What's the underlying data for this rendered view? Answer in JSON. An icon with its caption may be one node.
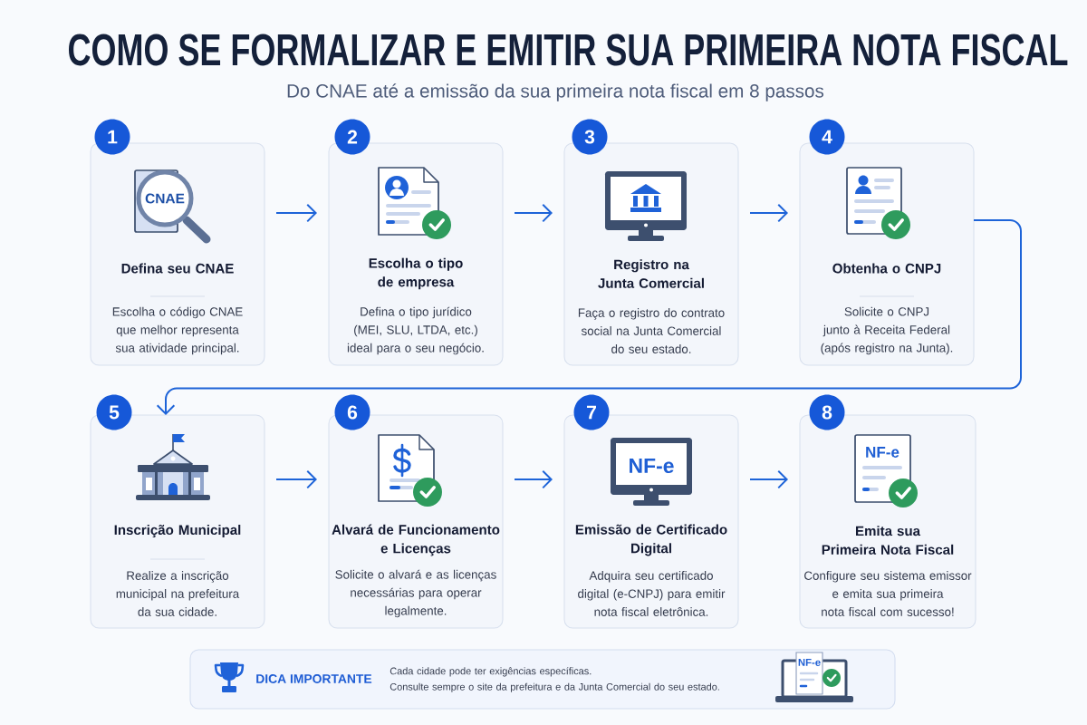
{
  "diagram": {
    "title": "COMO SE FORMALIZAR E EMITIR SUA PRIMEIRA NOTA FISCAL",
    "nodes": [
      {
        "text": [
          "1"
        ]
      },
      {
        "text": [
          "Defina seu CNAE",
          "Escolha o código CNAE que melhor representa sua atividade principal."
        ]
      },
      {
        "text": [
          "2"
        ]
      },
      {
        "text": [
          "Escolha o tipo de empresa",
          "Defina o tipo jurídico (MEI, SLU, LTDA, etc.) ideal para o seu negócio."
        ]
      },
      {
        "text": [
          "3"
        ]
      },
      {
        "text": [
          "Registro na Junta Comercial",
          "Faça o registro do contrato social na Junta Comercial do seu estado."
        ]
      },
      {
        "text": [
          "4"
        ]
      },
      {
        "text": [
          "Obtenha o CNPJ",
          "Solicite o CNPJ junto à Receita Federal (após registro na Junta)."
        ]
      },
      {
        "text": [
          "5"
        ]
      },
      {
        "text": [
          "Inscrição Municipal",
          "Realize a inscrição municipal na prefeitura da sua cidade."
        ]
      },
      {
        "text": [
          "6"
        ]
      },
      {
        "text": [
          "Alvará de Funcionamento e Licenças",
          "Solicite o alvará e as licenças necessárias para operar legalmente."
        ]
      },
      {
        "text": [
          "7"
        ]
      },
      {
        "text": [
          "Emissão de Certificado Digital",
          "Adquira seu certificado digital (e-CNPJ) para emitir nota fiscal eletrônica."
        ]
      },
      {
        "text": [
          "8"
        ]
      },
      {
        "text": [
          "Emita sua Primeira Nota Fiscal",
          "Configure seu sistema emissor e emita sua primeira nota fiscal com sucesso!"
        ]
      },
      {
        "text": [
          "DICA IMPORTANTE",
          "Cada cidade pode ter exigências específicas. Consulte sempre o site da prefeitura e da Junta Comercial do seu estado."
        ]
      }
    ],
    "edges": [
      {
        "from": 1,
        "to": 3,
        "arrow": "to"
      },
      {
        "from": 3,
        "to": 5,
        "arrow": "to"
      },
      {
        "from": 5,
        "to": 7,
        "arrow": "to"
      },
      {
        "from": 7,
        "to": 9,
        "arrow": "to"
      },
      {
        "from": 9,
        "to": 11,
        "arrow": "to"
      },
      {
        "from": 11,
        "to": 13,
        "arrow": "to"
      },
      {
        "from": 13,
        "to": 15,
        "arrow": "to"
      }
    ],
    "labels": [
      "Do CNAE até a emissão da sua primeira nota fiscal em 8 passos",
      "CNAE",
      "NF-e",
      "NF-e",
      "NF-e"
    ]
  }
}
